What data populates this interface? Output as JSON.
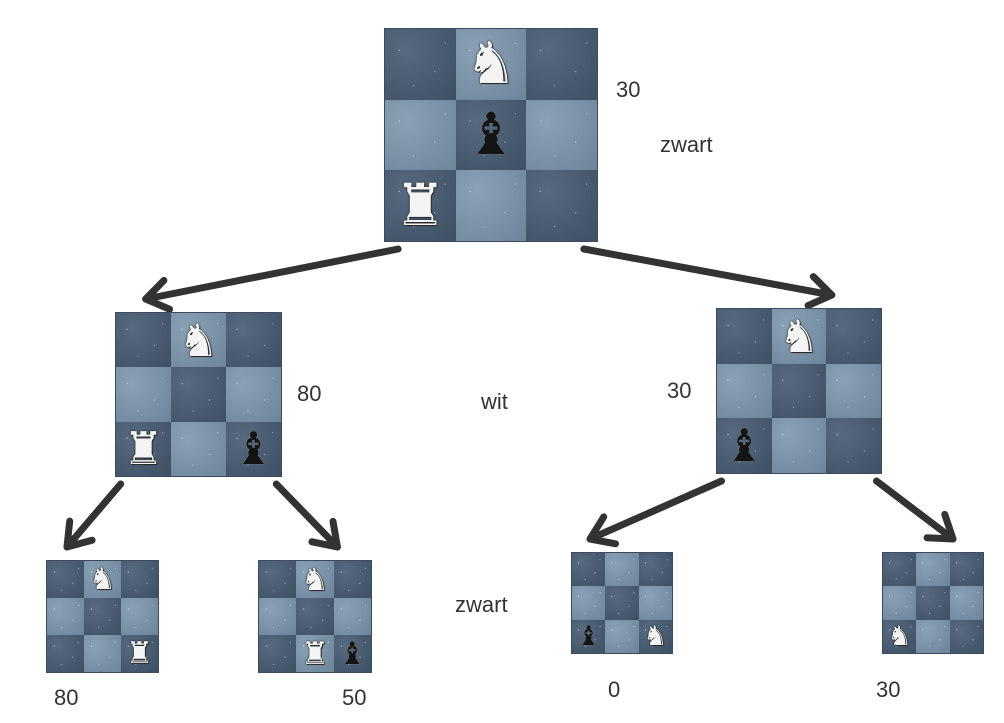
{
  "nodes": [
    {
      "id": "root",
      "score": "30",
      "pieces": [
        {
          "row": 0,
          "col": 1,
          "piece": "knight-icon",
          "color": "white"
        },
        {
          "row": 1,
          "col": 1,
          "piece": "bishop-icon",
          "color": "black"
        },
        {
          "row": 2,
          "col": 0,
          "piece": "rook-icon",
          "color": "white"
        }
      ]
    },
    {
      "id": "left",
      "score": "80",
      "pieces": [
        {
          "row": 0,
          "col": 1,
          "piece": "knight-icon",
          "color": "white"
        },
        {
          "row": 2,
          "col": 0,
          "piece": "rook-icon",
          "color": "white"
        },
        {
          "row": 2,
          "col": 2,
          "piece": "bishop-icon",
          "color": "black"
        }
      ]
    },
    {
      "id": "right",
      "score": "30",
      "pieces": [
        {
          "row": 0,
          "col": 1,
          "piece": "knight-icon",
          "color": "white"
        },
        {
          "row": 2,
          "col": 0,
          "piece": "bishop-icon",
          "color": "black"
        }
      ]
    },
    {
      "id": "ll",
      "score": "80",
      "pieces": [
        {
          "row": 0,
          "col": 1,
          "piece": "knight-icon",
          "color": "white"
        },
        {
          "row": 2,
          "col": 2,
          "piece": "rook-icon",
          "color": "white"
        }
      ]
    },
    {
      "id": "lr",
      "score": "50",
      "pieces": [
        {
          "row": 0,
          "col": 1,
          "piece": "knight-icon",
          "color": "white"
        },
        {
          "row": 2,
          "col": 1,
          "piece": "rook-icon",
          "color": "white"
        },
        {
          "row": 2,
          "col": 2,
          "piece": "bishop-icon",
          "color": "black"
        }
      ]
    },
    {
      "id": "rl",
      "score": "0",
      "pieces": [
        {
          "row": 2,
          "col": 0,
          "piece": "bishop-icon",
          "color": "black"
        },
        {
          "row": 2,
          "col": 2,
          "piece": "knight-icon",
          "color": "white"
        }
      ]
    },
    {
      "id": "rr",
      "score": "30",
      "pieces": [
        {
          "row": 2,
          "col": 0,
          "piece": "knight-icon",
          "color": "white"
        }
      ]
    }
  ],
  "turn_labels": {
    "level0": "zwart",
    "level1": "wit",
    "level2": "zwart"
  },
  "edges": [
    [
      "root",
      "left"
    ],
    [
      "root",
      "right"
    ],
    [
      "left",
      "ll"
    ],
    [
      "left",
      "lr"
    ],
    [
      "right",
      "rl"
    ],
    [
      "right",
      "rr"
    ]
  ],
  "colors": {
    "arrow": "#333333",
    "text": "#333333"
  }
}
